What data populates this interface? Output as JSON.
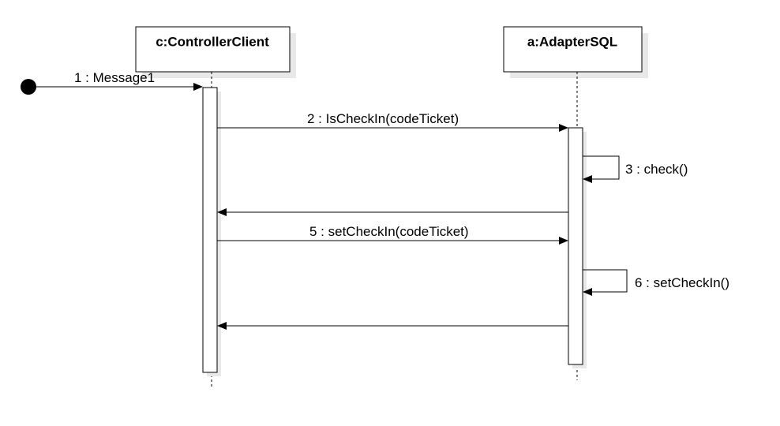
{
  "participants": [
    {
      "name": "c:ControllerClient"
    },
    {
      "name": "a:AdapterSQL"
    }
  ],
  "messages": [
    {
      "label": "1 : Message1"
    },
    {
      "label": "2 : IsCheckIn(codeTicket)"
    },
    {
      "label": "3 : check()"
    },
    {
      "label": "5 : setCheckIn(codeTicket)"
    },
    {
      "label": "6 : setCheckIn()"
    }
  ]
}
